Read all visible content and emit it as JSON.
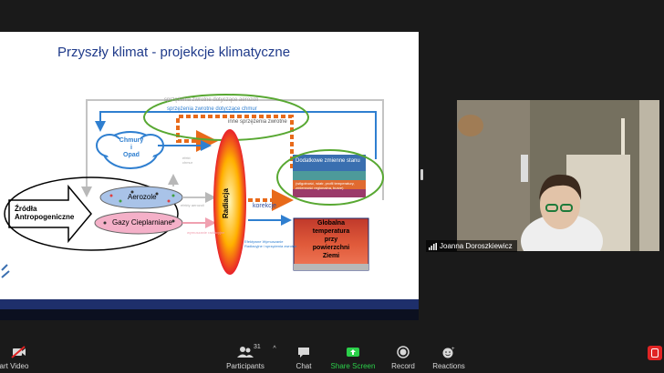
{
  "slide": {
    "title": "Przyszły klimat - projekcje klimatyczne",
    "diagram": {
      "cloud_label": "Chmury\ni\nOpad",
      "aerosol_label": "Aerozole",
      "ghg_label": "Gazy Cieplarniane",
      "sources_label": "Źródła\nAntropogeniczne",
      "radiation_label": "Radiacja",
      "correction_label": "korekcje",
      "extra_vars_label": "Dodatkowe zmienne stanu",
      "extra_vars_sub": "(wilgotność, wiatr, profil temperatury, zmienność regionalna, burze)",
      "global_temp_label": "Globalna\ntemperatura\nprzy\npowierzchni\nZiemi",
      "feedback_aerosol": "sprzężenia zwrotne dotyczące aerozoli",
      "feedback_clouds": "sprzężenia zwrotne dotyczące chmur",
      "feedback_other": "inne sprzężenia zwrotne",
      "effective_forcing": "Efektywne Wymuszanie Radiacyjne i sprzężenia zwrotne",
      "radiative_forcing": "wymuszanie radiacyjne",
      "cloud_to_rad": "efekt chmur",
      "aerosol_to_rad": "efekty aerozoli"
    }
  },
  "participant": {
    "name": "Joanna Doroszkiewicz"
  },
  "toolbar": {
    "start_video": "Start Video",
    "participants": "Participants",
    "participants_count": "31",
    "chat": "Chat",
    "share_screen": "Share Screen",
    "record": "Record",
    "reactions": "Reactions"
  },
  "colors": {
    "share_green": "#2bd04a",
    "title_blue": "#1f3a8a",
    "radiation_red": "#e8202a",
    "feedback_orange": "#e86a1a",
    "ellipse_green": "#58a832"
  }
}
